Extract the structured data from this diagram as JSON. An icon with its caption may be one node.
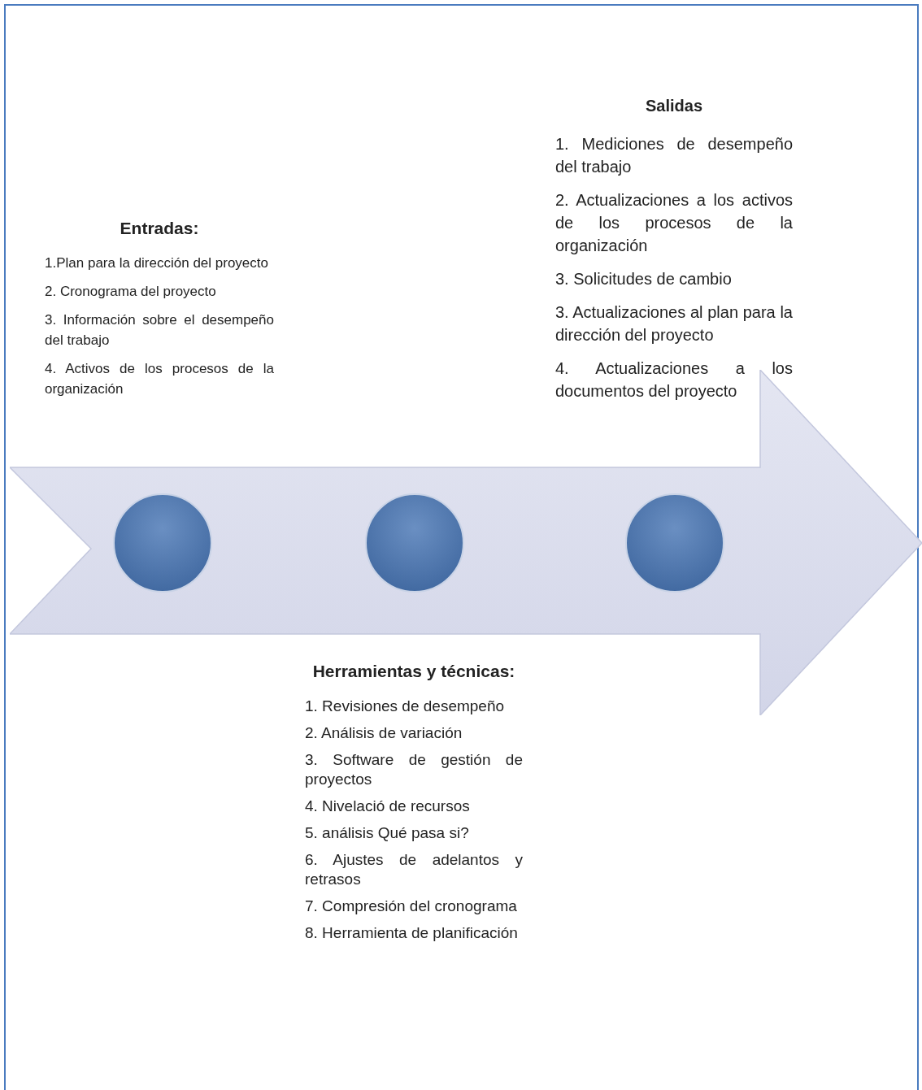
{
  "diagram": {
    "nodes": [
      {
        "text": [],
        "shape": "arrow"
      },
      {
        "text": [],
        "shape": "circle",
        "in": 0
      },
      {
        "text": [],
        "shape": "circle",
        "in": 0
      },
      {
        "text": [],
        "shape": "circle",
        "in": 0
      }
    ],
    "labels": [
      "Salidas",
      "1. Mediciones de desempeño del trabajo",
      "2. Actualizaciones a los activos de los procesos de la organización",
      "3. Solicitudes de cambio",
      "3. Actualizaciones al plan para la dirección del proyecto",
      "4. Actualizaciones a los documentos del proyecto",
      "Entradas:",
      "1.Plan para la dirección del proyecto",
      "2. Cronograma del proyecto",
      "3. Información sobre el desempeño del trabajo",
      "4. Activos de los procesos de la organización",
      "Herramientas y técnicas:",
      "1. Revisiones de desempeño",
      "2. Análisis de variación",
      "3. Software de gestión de proyectos",
      "4. Nivelació de recursos",
      "5. análisis Qué pasa si?",
      "6. Ajustes de adelantos y retrasos",
      "7. Compresión del cronograma",
      "8. Herramienta de planificación"
    ]
  }
}
